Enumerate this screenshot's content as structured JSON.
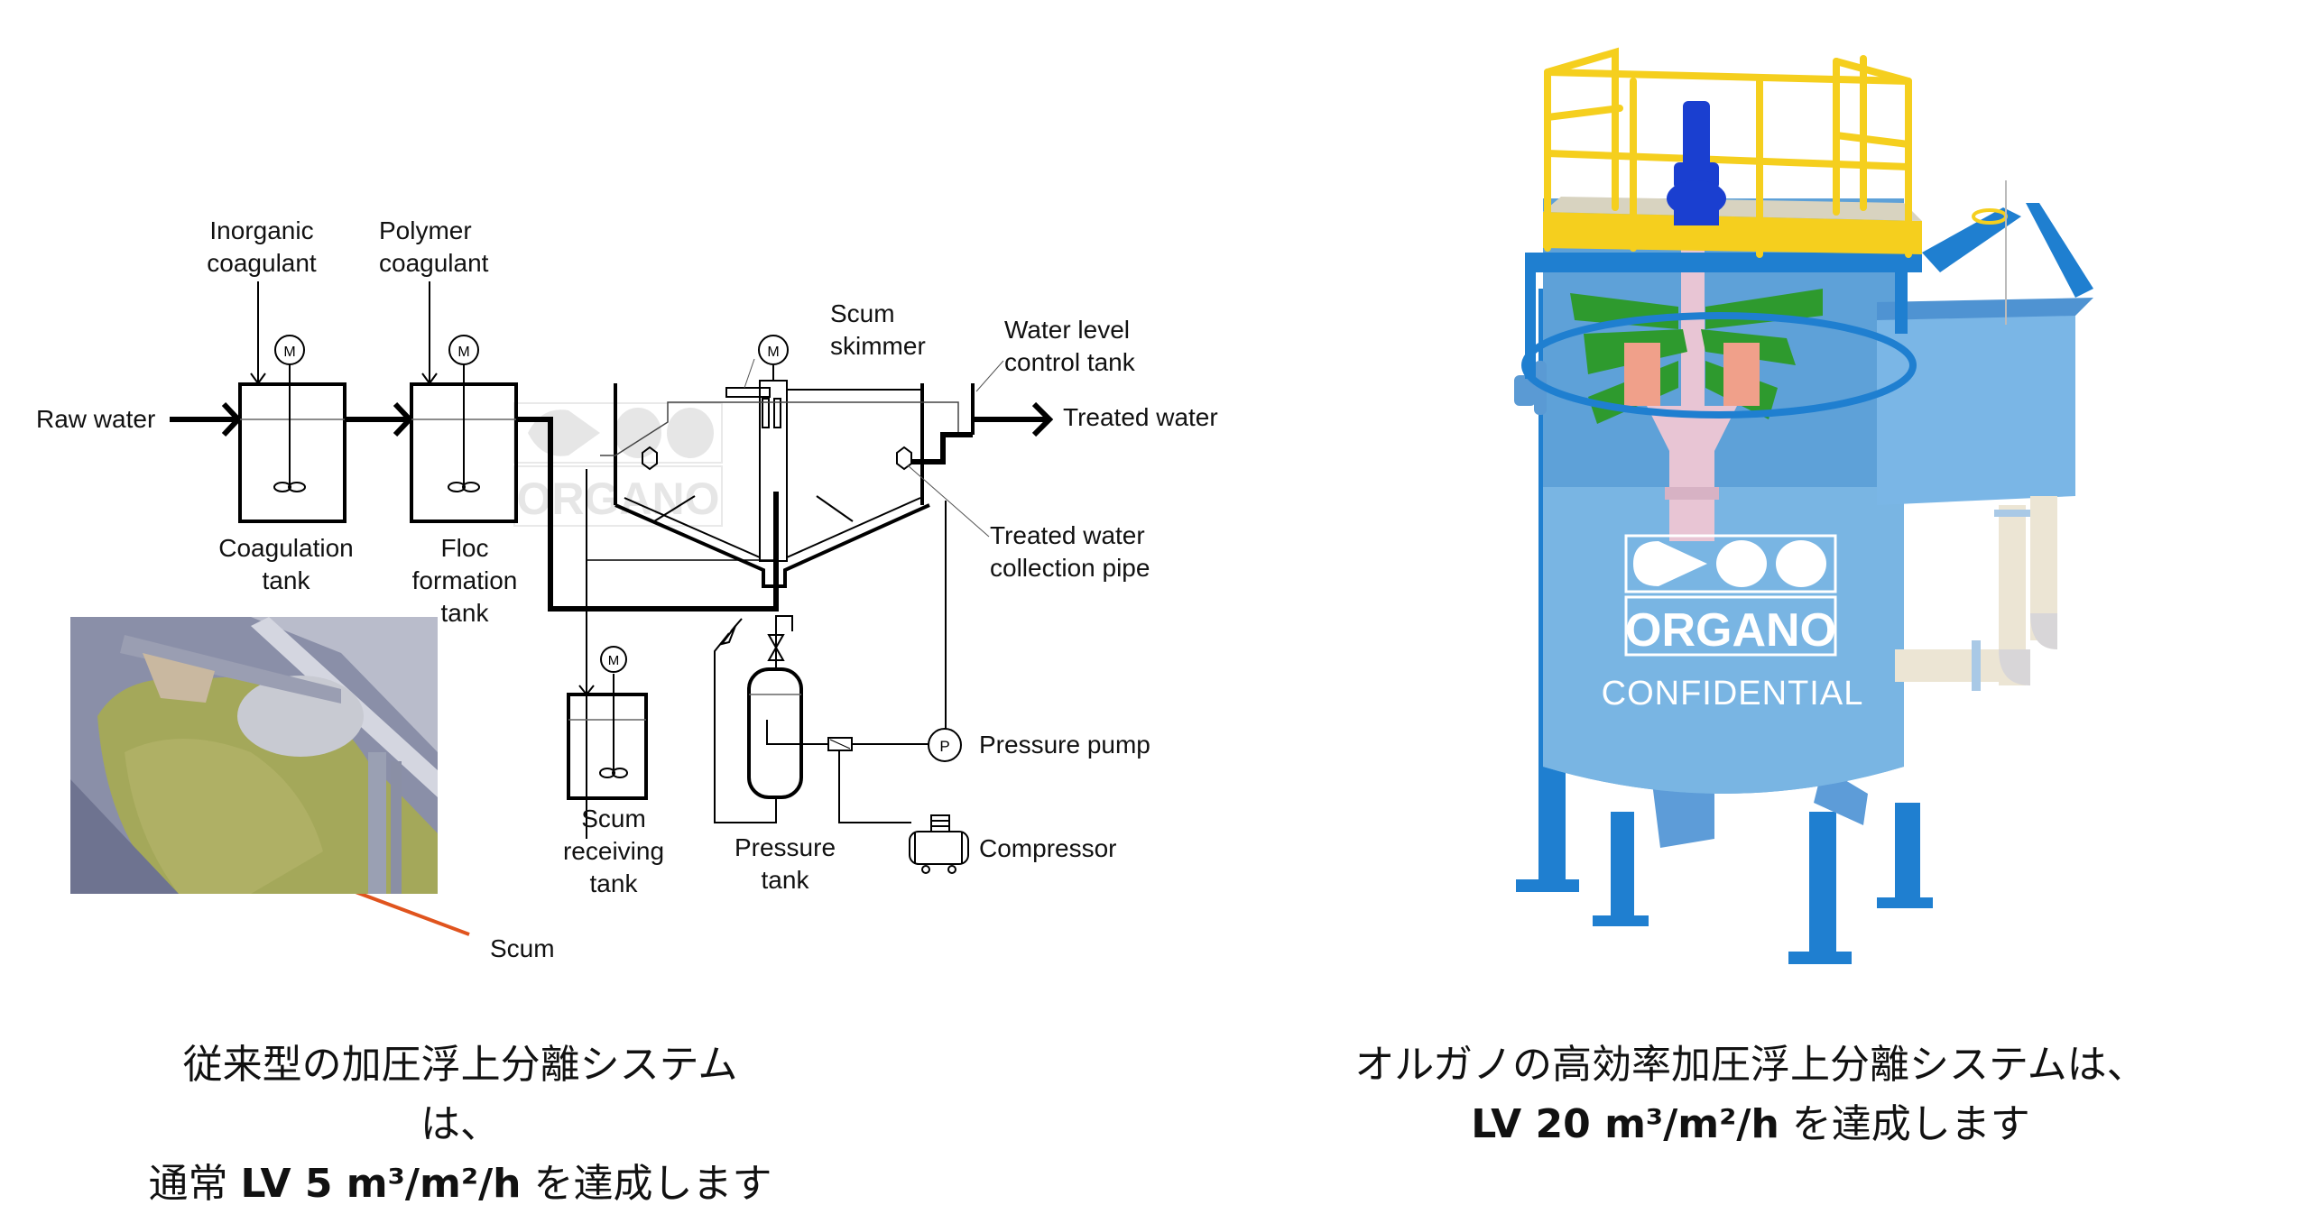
{
  "left_panel": {
    "diagram_title": "Conventional dissolved air flotation process flow",
    "labels": {
      "raw_water": "Raw water",
      "inorganic_coagulant_1": "Inorganic",
      "inorganic_coagulant_2": "coagulant",
      "polymer_coagulant_1": "Polymer",
      "polymer_coagulant_2": "coagulant",
      "coagulation_tank_1": "Coagulation",
      "coagulation_tank_2": "tank",
      "floc_tank_1": "Floc",
      "floc_tank_2": "formation",
      "floc_tank_3": "tank",
      "scum_skimmer_1": "Scum",
      "scum_skimmer_2": "skimmer",
      "water_level_1": "Water level",
      "water_level_2": "control tank",
      "treated_water": "Treated water",
      "collection_pipe_1": "Treated water",
      "collection_pipe_2": "collection pipe",
      "scum_receiving_1": "Scum",
      "scum_receiving_2": "receiving",
      "scum_receiving_3": "tank",
      "pressure_tank_1": "Pressure",
      "pressure_tank_2": "tank",
      "pressure_pump": "Pressure pump",
      "compressor": "Compressor",
      "scum": "Scum",
      "motor_symbol": "M",
      "pump_symbol": "P"
    },
    "watermark": "ORGANO",
    "arrow_color": "#e0541e",
    "caption_line1": "従来型の加圧浮上分離システムは、",
    "caption_line2_prefix": "通常 ",
    "caption_line2_bold": "LV 5 m³/m²/h",
    "caption_line2_suffix": " を達成します"
  },
  "right_panel": {
    "logo_text": "ORGANO",
    "confidential": "CONFIDENTIAL",
    "colors": {
      "railing": "#f5cf1e",
      "frame": "#1f7fd0",
      "tank": "#6fb0e0",
      "motor": "#1a3fd0",
      "rake": "#2e9a2e",
      "pipe": "#ece5d4",
      "center_column": "#e8c5d4"
    },
    "caption_line1": "オルガノの高効率加圧浮上分離システムは、",
    "caption_line2_bold": "LV 20 m³/m²/h",
    "caption_line2_suffix": " を達成します"
  }
}
